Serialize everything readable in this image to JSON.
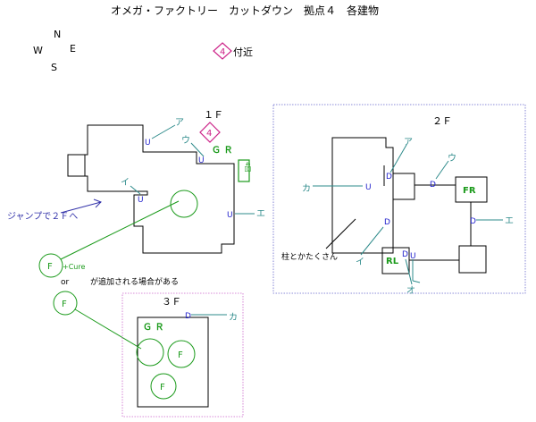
{
  "title": "オメガ・ファクトリー　カットダウン　拠点４　各建物",
  "compass": {
    "n": "N",
    "w": "W",
    "e": "E",
    "s": "S"
  },
  "marker": {
    "number": "4",
    "label": "付近"
  },
  "floor1": {
    "heading": "１Ｆ",
    "marker_number": "4",
    "callouts": {
      "a": "ア",
      "u": "ウ",
      "i": "イ",
      "e": "エ"
    },
    "door": "U",
    "gr": "Ｇ Ｒ",
    "sign": "4回",
    "jump_note": "ジャンプで２Ｆへ",
    "f_label": "F",
    "cure": "+Cure",
    "or": "or",
    "note": "が追加される場合がある"
  },
  "floor2": {
    "heading": "２Ｆ",
    "callouts": {
      "a": "ア",
      "u": "ウ",
      "ka": "カ",
      "i": "イ",
      "e": "エ",
      "o": "オ"
    },
    "door_u": "U",
    "door_d": "D",
    "fr": "FR",
    "rl": "RL",
    "note": "柱とかたくさん"
  },
  "floor3": {
    "heading": "３Ｆ",
    "d": "D",
    "ka": "カ",
    "gr": "Ｇ Ｒ",
    "f": "F",
    "extra_f": "F"
  },
  "colors": {
    "wall": "#000000",
    "callout_teal": "#2e8b8b",
    "door_blue": "#2222cc",
    "green": "#1a9a1a",
    "magenta": "#cc2288",
    "jump_blue": "#3333aa",
    "border_blue": "#6666cc",
    "border_magenta": "#cc66cc"
  }
}
